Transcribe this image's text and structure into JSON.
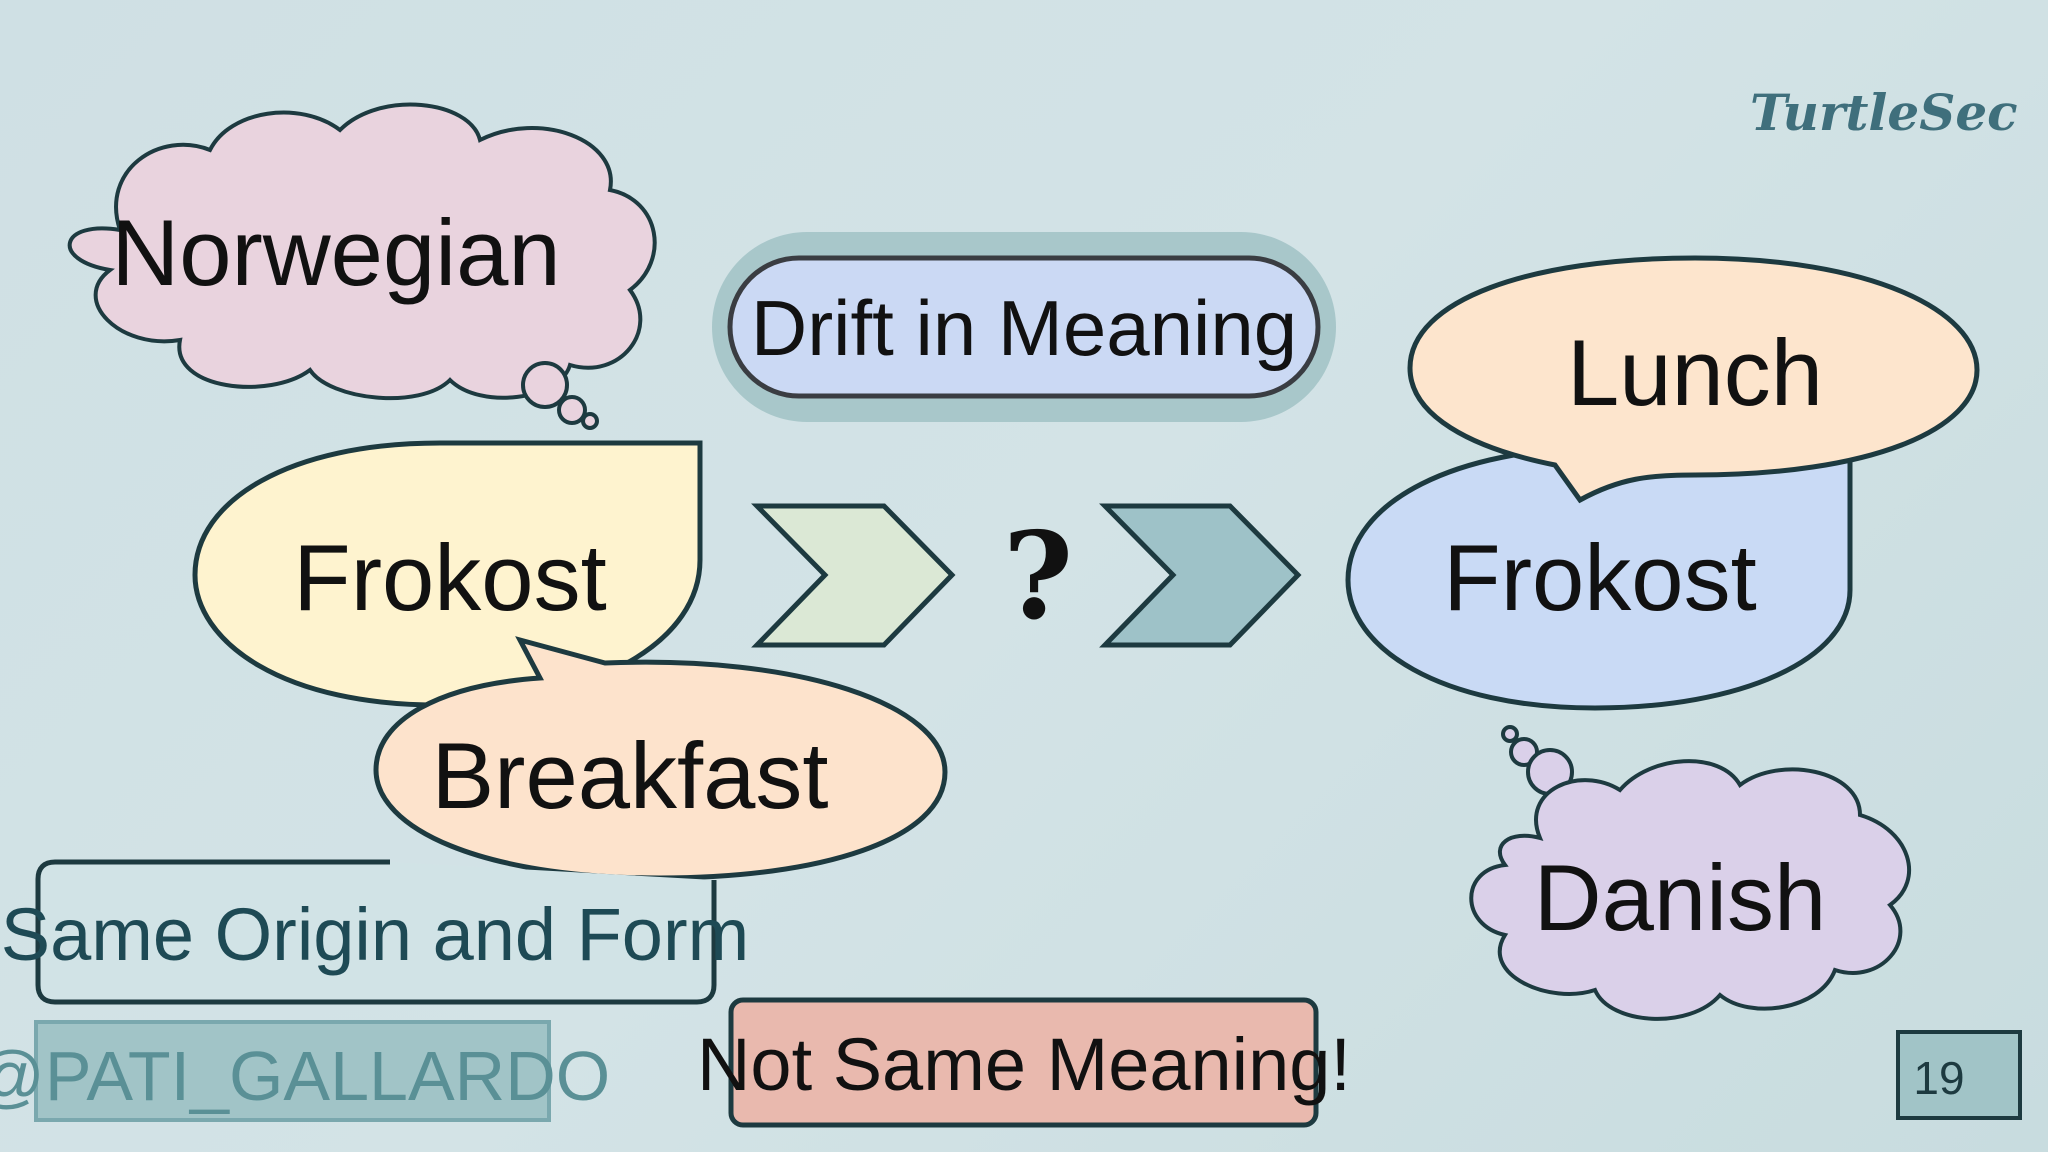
{
  "brand": "TurtleSec",
  "handle": "@PATI_GALLARDO",
  "slide_number": "19",
  "left": {
    "language": "Norwegian",
    "word": "Frokost",
    "meaning": "Breakfast"
  },
  "middle": {
    "title": "Drift in Meaning",
    "question": "?"
  },
  "right": {
    "language": "Danish",
    "word": "Frokost",
    "meaning": "Lunch"
  },
  "notes": {
    "same": "Same Origin and Form",
    "not_same": "Not Same Meaning!"
  },
  "colors": {
    "background": "#cfe0e4",
    "norwegian_cloud": "#e9d3de",
    "frokost_left": "#fef3cf",
    "breakfast": "#fde3cc",
    "drift": "#cbd9f4",
    "chevron_light": "#dbe8d5",
    "chevron_dark": "#9ec2c8",
    "frokost_right": "#c9daf5",
    "lunch": "#fde5cd",
    "danish_cloud": "#dad0e9",
    "not_same": "#e9b9ae",
    "handle_box": "#a1c4c7"
  }
}
